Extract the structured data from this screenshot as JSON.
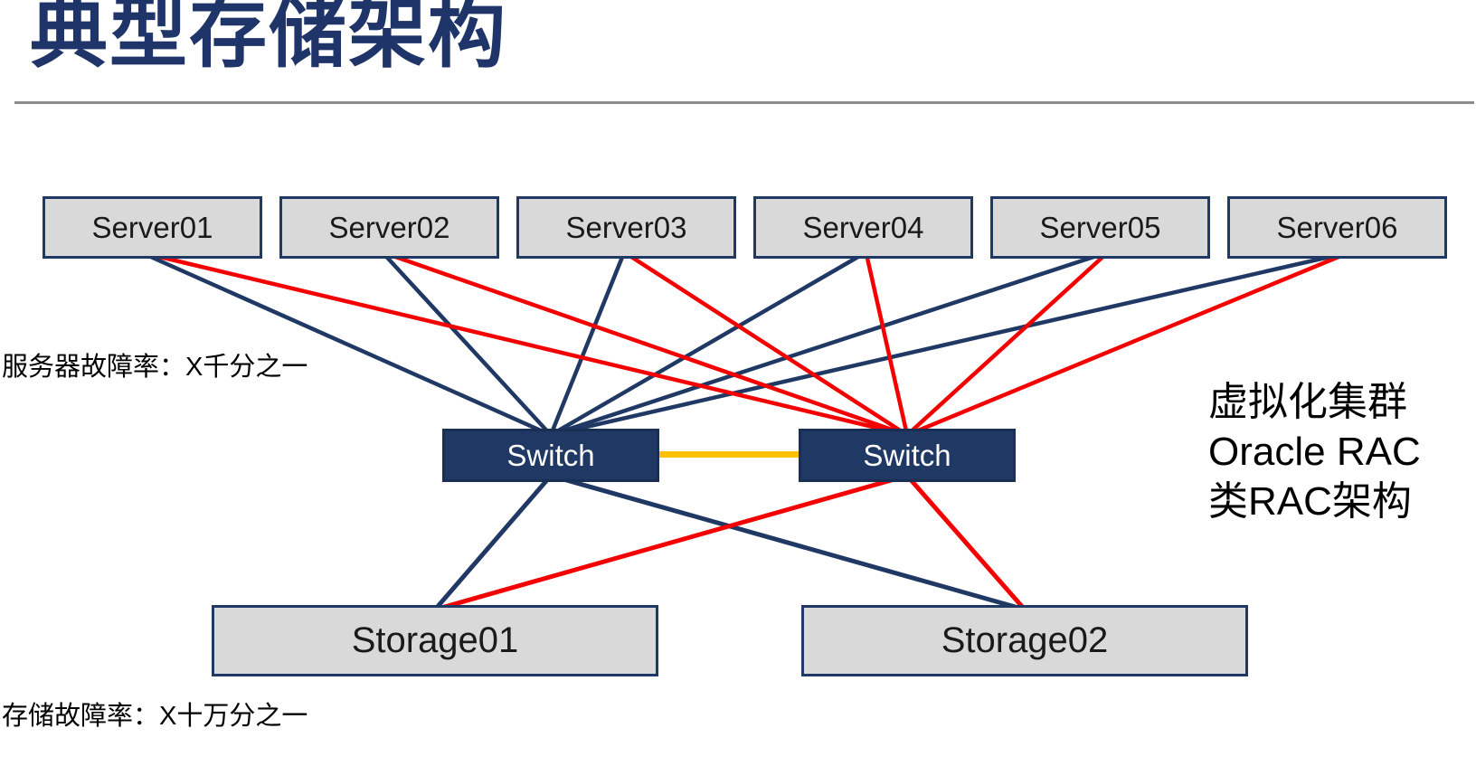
{
  "title": "典型存储架构",
  "annotations": {
    "server_failure": "服务器故障率：X千分之一",
    "storage_failure": "存储故障率：X十万分之一",
    "right_note_lines": [
      "虚拟化集群",
      "Oracle RAC",
      "类RAC架构"
    ]
  },
  "diagram": {
    "servers": [
      {
        "id": "server01",
        "label": "Server01"
      },
      {
        "id": "server02",
        "label": "Server02"
      },
      {
        "id": "server03",
        "label": "Server03"
      },
      {
        "id": "server04",
        "label": "Server04"
      },
      {
        "id": "server05",
        "label": "Server05"
      },
      {
        "id": "server06",
        "label": "Server06"
      }
    ],
    "switches": [
      {
        "id": "switch-left",
        "label": "Switch"
      },
      {
        "id": "switch-right",
        "label": "Switch"
      }
    ],
    "storages": [
      {
        "id": "storage01",
        "label": "Storage01"
      },
      {
        "id": "storage02",
        "label": "Storage02"
      }
    ],
    "edges": [
      {
        "from": "server01",
        "to": "switch-left",
        "color": "blue"
      },
      {
        "from": "server02",
        "to": "switch-left",
        "color": "blue"
      },
      {
        "from": "server03",
        "to": "switch-left",
        "color": "blue"
      },
      {
        "from": "server04",
        "to": "switch-left",
        "color": "blue"
      },
      {
        "from": "server05",
        "to": "switch-left",
        "color": "blue"
      },
      {
        "from": "server06",
        "to": "switch-left",
        "color": "blue"
      },
      {
        "from": "server01",
        "to": "switch-right",
        "color": "red"
      },
      {
        "from": "server02",
        "to": "switch-right",
        "color": "red"
      },
      {
        "from": "server03",
        "to": "switch-right",
        "color": "red"
      },
      {
        "from": "server04",
        "to": "switch-right",
        "color": "red"
      },
      {
        "from": "server05",
        "to": "switch-right",
        "color": "red"
      },
      {
        "from": "server06",
        "to": "switch-right",
        "color": "red"
      },
      {
        "from": "switch-left",
        "to": "storage01",
        "color": "blue"
      },
      {
        "from": "switch-left",
        "to": "storage02",
        "color": "blue"
      },
      {
        "from": "switch-right",
        "to": "storage01",
        "color": "red"
      },
      {
        "from": "switch-right",
        "to": "storage02",
        "color": "red"
      },
      {
        "from": "switch-left",
        "to": "switch-right",
        "color": "gold"
      }
    ]
  },
  "colors": {
    "navy": "#1f3864",
    "blue_line": "#1f3864",
    "red_line": "#f40000",
    "gold_line": "#ffc000",
    "box_fill": "#d9d9d9",
    "title": "#1f3468",
    "rule_gray": "#8c8c8c"
  }
}
